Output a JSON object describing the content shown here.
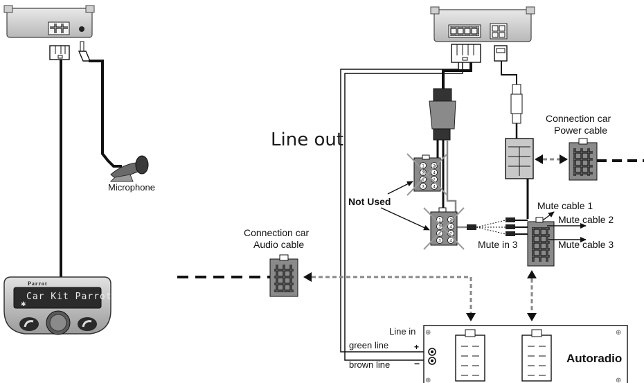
{
  "labels": {
    "microphone": "Microphone",
    "line_out": "Line out",
    "not_used": "Not Used",
    "connection_power_line1": "Connection car",
    "connection_power_line2": "Power cable",
    "connection_audio_line1": "Connection car",
    "connection_audio_line2": "Audio cable",
    "mute_cable_1": "Mute cable 1",
    "mute_cable_2": "Mute cable 2",
    "mute_cable_3": "Mute cable 3",
    "mute_in_3": "Mute in 3",
    "line_in": "Line in",
    "green_line": "green line",
    "brown_line": "brown line",
    "autoradio": "Autoradio",
    "plus_sign": "+",
    "minus_sign": "−"
  },
  "display": {
    "brand": "Parrot",
    "screen_text": "Car Kit Parrot",
    "bluetooth_symbol": "✱"
  },
  "pin_numbers": [
    "1",
    "2",
    "3",
    "4"
  ],
  "colors": {
    "module_body": "#d6d6d6",
    "connector_fill": "#7a7a7a",
    "cable_black": "#111111",
    "cable_grey": "#888888",
    "arrow_dashed": "#888888",
    "cross": "#999999",
    "lcd_bg": "#2b2b2b",
    "bezel": "#bcbcbc"
  }
}
